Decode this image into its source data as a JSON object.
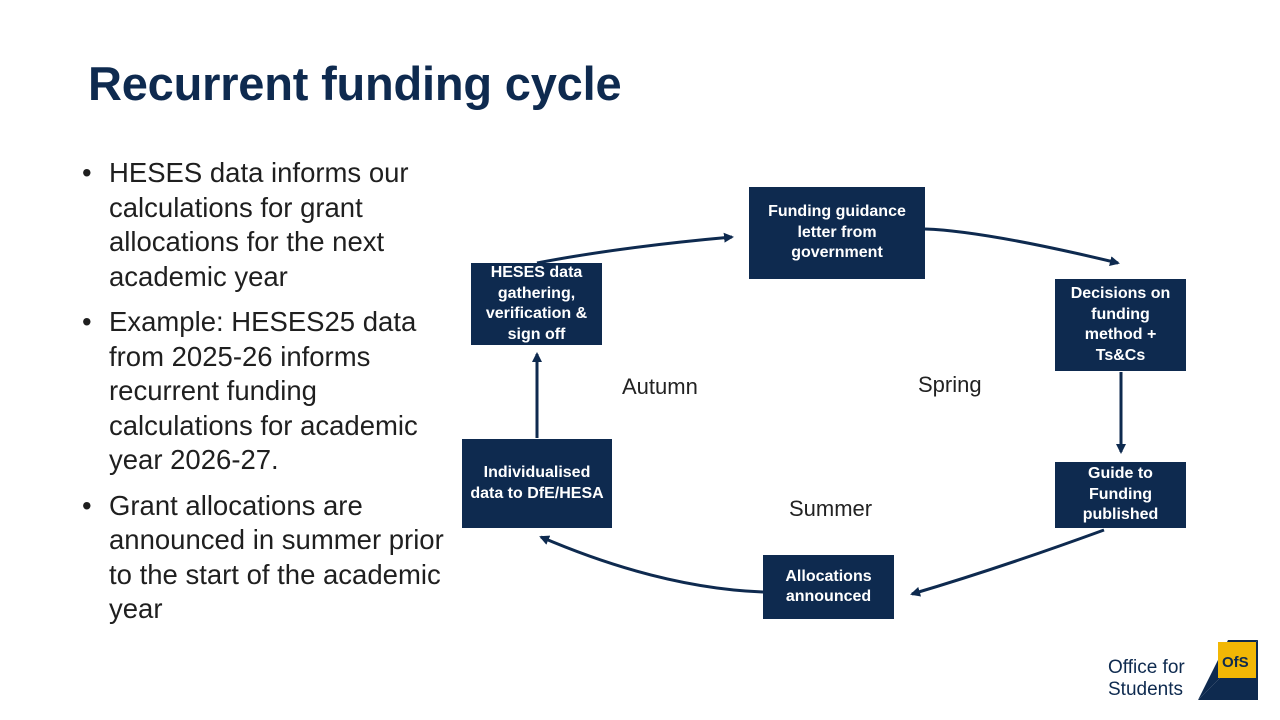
{
  "slide": {
    "title": "Recurrent funding cycle",
    "bullets": [
      "HESES data informs our calculations for grant allocations for the next academic year",
      "Example: HESES25 data from 2025-26 informs recurrent funding calculations for academic year 2026-27.",
      "Grant allocations are announced in summer prior to the start of the academic year"
    ]
  },
  "diagram": {
    "boxes": {
      "guidance": "Funding guidance letter from government",
      "decisions": "Decisions on funding method + Ts&Cs",
      "guide": "Guide to Funding published",
      "allocations": "Allocations announced",
      "individualised": "Individualised data to DfE/HESA",
      "heses": "HESES data gathering, verification & sign off"
    },
    "seasons": {
      "autumn": "Autumn",
      "spring": "Spring",
      "summer": "Summer"
    }
  },
  "logo": {
    "line1": "Office for",
    "line2": "Students",
    "mark": "OfS"
  },
  "colors": {
    "navy": "#0e2a4f",
    "gold": "#f2b705"
  }
}
